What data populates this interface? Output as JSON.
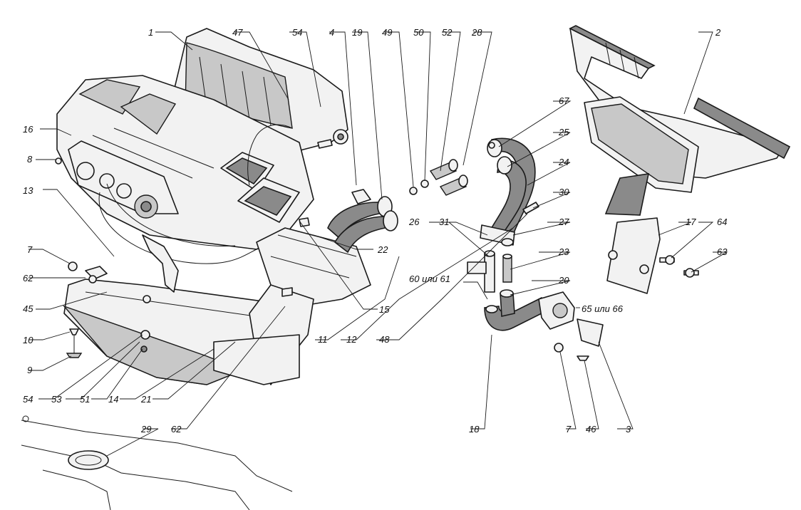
{
  "labels": {
    "l1": "1",
    "l2": "2",
    "l3": "3",
    "l4": "4",
    "l7a": "7",
    "l7b": "7",
    "l8": "8",
    "l9": "9",
    "l10": "10",
    "l11": "11",
    "l12": "12",
    "l13": "13",
    "l14": "14",
    "l15": "15",
    "l16": "16",
    "l17": "17",
    "l18": "18",
    "l19": "19",
    "l20": "20",
    "l21": "21",
    "l22": "22",
    "l23": "23",
    "l24": "24",
    "l25": "25",
    "l26": "26",
    "l27": "27",
    "l28": "28",
    "l29": "29",
    "l30": "30",
    "l31": "31",
    "l45": "45",
    "l46": "46",
    "l47": "47",
    "l48": "48",
    "l49": "49",
    "l50": "50",
    "l51": "51",
    "l52": "52",
    "l53": "53",
    "l54a": "54",
    "l54b": "54",
    "l60": "60 или 61",
    "l62a": "62",
    "l62b": "62",
    "l63": "63",
    "l64": "64",
    "l65": "65 или 66",
    "l67": "67"
  }
}
